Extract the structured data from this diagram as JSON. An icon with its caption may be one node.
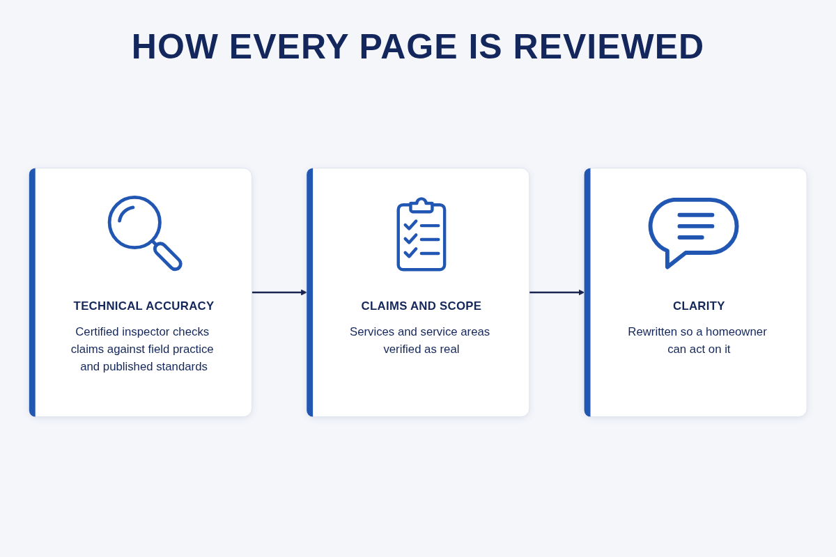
{
  "diagram": {
    "title": "HOW EVERY PAGE IS REVIEWED",
    "nodes": [
      {
        "text": [
          "TECHNICAL ACCURACY",
          "Certified inspector checks claims against field practice and published standards"
        ]
      },
      {
        "text": [
          "CLAIMS AND SCOPE",
          "Services and service areas verified as real"
        ]
      },
      {
        "text": [
          "CLARITY",
          "Rewritten so a homeowner can act on it"
        ]
      }
    ],
    "edges": [
      {
        "from": 0,
        "to": 1,
        "arrow": "to"
      },
      {
        "from": 1,
        "to": 2,
        "arrow": "to"
      }
    ]
  }
}
